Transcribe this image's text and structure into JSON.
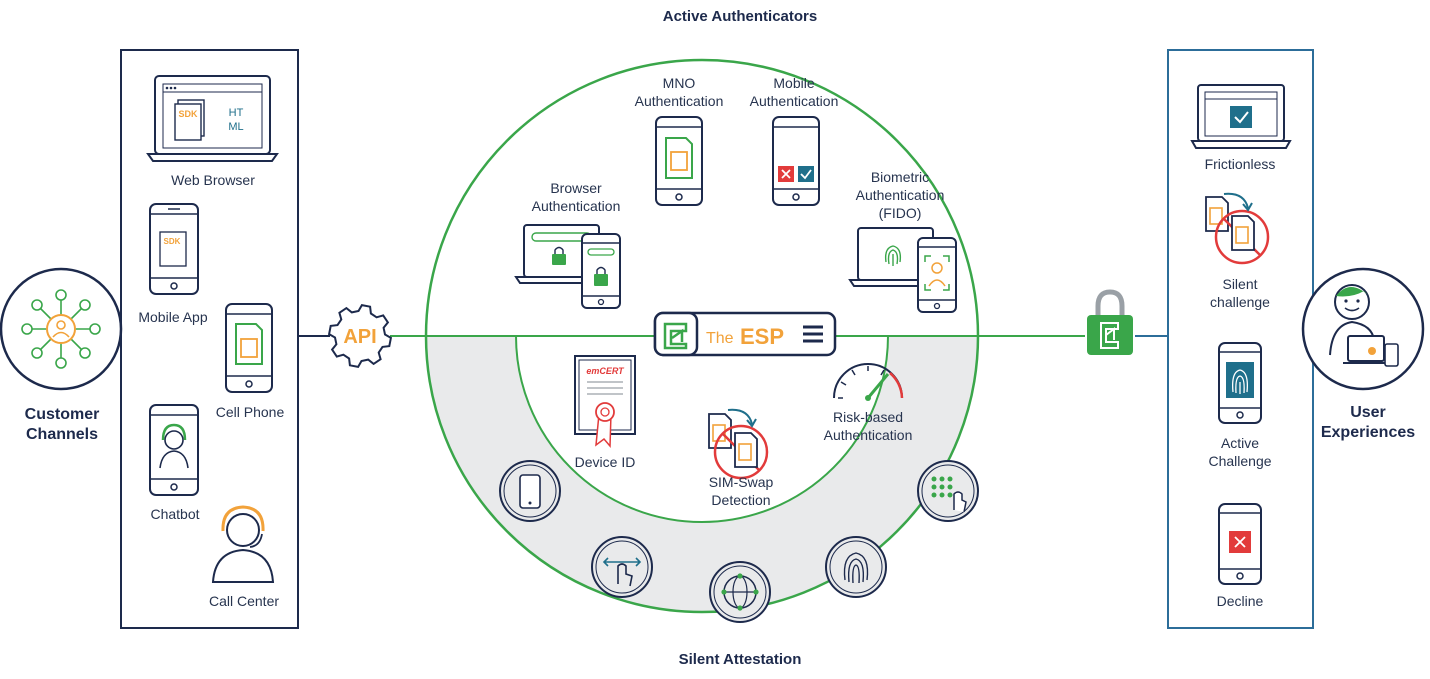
{
  "titles": {
    "active": "Active Authenticators",
    "silent": "Silent Attestation"
  },
  "customer_channels": {
    "title_line1": "Customer",
    "title_line2": "Channels",
    "items": {
      "web_browser": "Web Browser",
      "mobile_app": "Mobile App",
      "cell_phone": "Cell Phone",
      "chatbot": "Chatbot",
      "call_center": "Call Center"
    },
    "sdk": "SDK",
    "html_line1": "HT",
    "html_line2": "ML"
  },
  "api": "API",
  "esp": {
    "the": "The",
    "name": "ESP"
  },
  "active_authenticators": {
    "mno_line1": "MNO",
    "mno_line2": "Authentication",
    "mobile_line1": "Mobile",
    "mobile_line2": "Authentication",
    "browser_line1": "Browser",
    "browser_line2": "Authentication",
    "bio_line1": "Biometric",
    "bio_line2": "Authentication",
    "bio_line3": "(FIDO)"
  },
  "silent": {
    "device_id": "Device ID",
    "emcert": "emCERT",
    "simswap_line1": "SIM-Swap",
    "simswap_line2": "Detection",
    "risk_line1": "Risk-based",
    "risk_line2": "Authentication"
  },
  "user_experiences": {
    "title_line1": "User",
    "title_line2": "Experiences",
    "frictionless": "Frictionless",
    "silent_line1": "Silent",
    "silent_line2": "challenge",
    "active_line1": "Active",
    "active_line2": "Challenge",
    "decline": "Decline"
  },
  "colors": {
    "navy": "#1d2a4c",
    "green": "#3aa64a",
    "orange": "#f2a23a",
    "teal": "#1f6f8b",
    "blue_border": "#2c6d99",
    "red": "#e23b3b",
    "gray_fill": "#e9eaeb"
  }
}
